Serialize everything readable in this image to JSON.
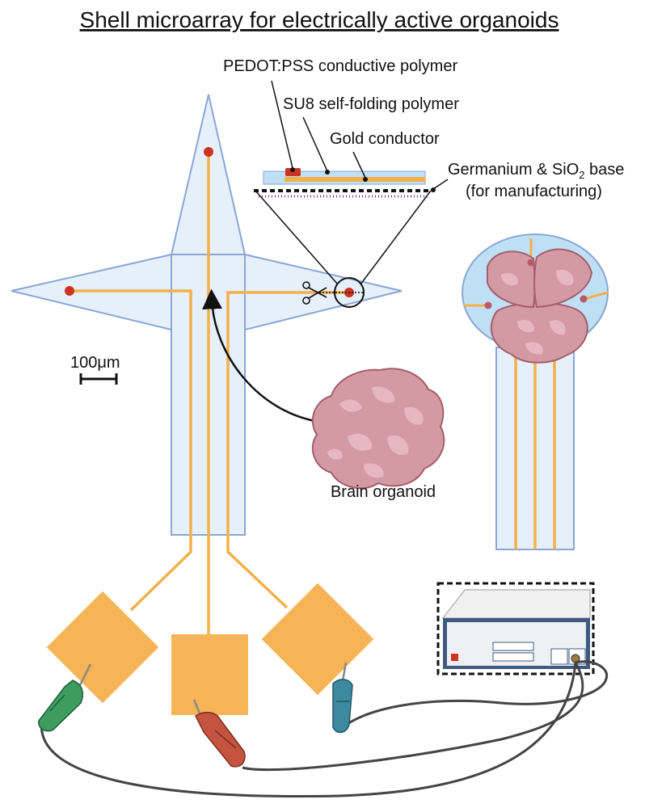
{
  "title": "Shell microarray for electrically active organoids",
  "layers": {
    "pedot": "PEDOT:PSS conductive polymer",
    "su8": "SU8 self-folding polymer",
    "gold": "Gold conductor",
    "base_line1": "Germanium & SiO",
    "base_sub": "2",
    "base_suffix": " base",
    "base_line2": "(for manufacturing)"
  },
  "scale_bar": "100μm",
  "organoid_label": "Brain organoid",
  "colors": {
    "shell_fill": "#e6f0fb",
    "shell_stroke": "#8aa6d4",
    "trace": "#f4b04a",
    "electrode": "#cc3322",
    "pad": "#f7b457",
    "organoid": "#d49aa3"
  }
}
